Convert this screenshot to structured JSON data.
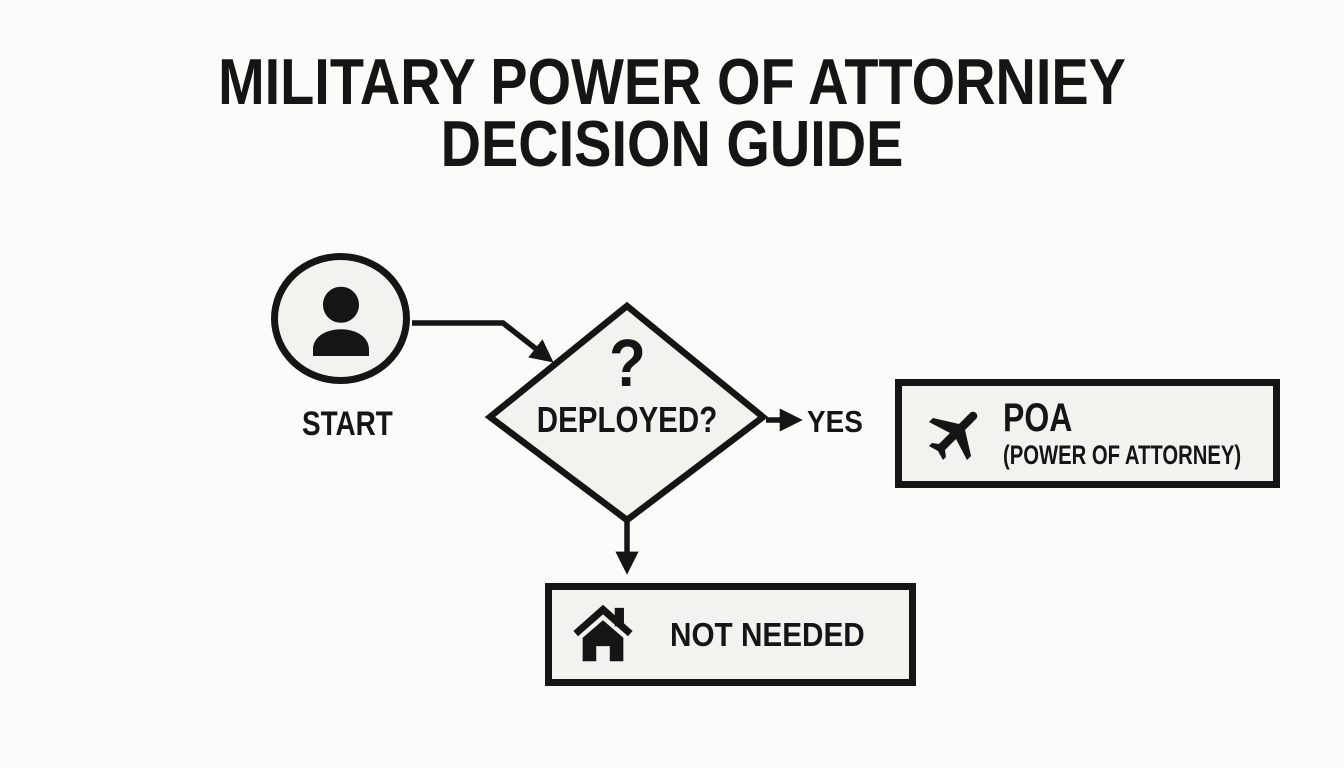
{
  "title": {
    "line1": "MILITARY POWER OF ATTORNIEY",
    "line2": "DECISION GUIDE"
  },
  "flow": {
    "start": {
      "label": "START",
      "icon": "person-icon"
    },
    "decision": {
      "mark": "?",
      "question": "DEPLOYED?"
    },
    "yes_branch": {
      "edge_label": "YES",
      "result_title": "POA",
      "result_subtitle": "(POWER OF ATTORNEY)",
      "icon": "airplane-icon"
    },
    "no_branch": {
      "result_label": "NOT NEEDED",
      "icon": "house-icon"
    }
  },
  "colors": {
    "background": "#fbfbfa",
    "node_fill": "#f2f2ef",
    "line": "#151515",
    "text": "#151515"
  }
}
